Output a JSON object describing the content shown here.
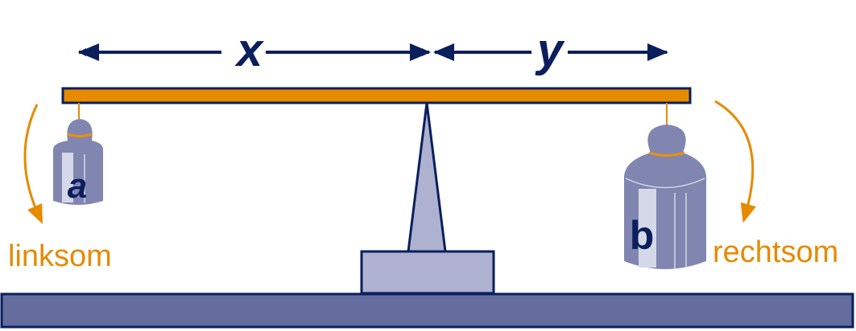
{
  "labels": {
    "x": "x",
    "y": "y",
    "a": "a",
    "b": "b"
  },
  "rotations": {
    "left": "linksom",
    "right": "rechtsom"
  },
  "colors": {
    "navy": "#0a1f5c",
    "orange": "#e68a00",
    "weight": "#8086b0",
    "weight_light": "#d4d8e8",
    "fulcrum": "#aeb2d0",
    "ground": "#646d9e"
  }
}
